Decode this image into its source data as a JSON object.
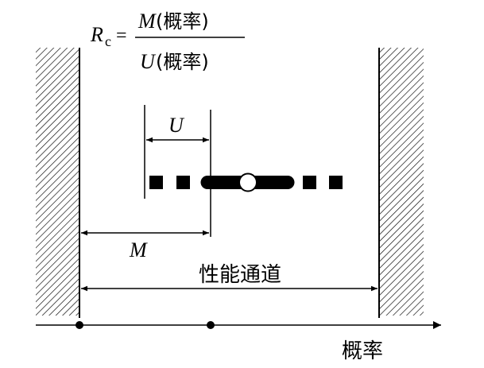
{
  "formula": {
    "lhs_symbol": "R",
    "lhs_subscript": "c",
    "equals": "=",
    "numerator_symbol": "M",
    "numerator_paren": "(概率)",
    "denominator_symbol": "U",
    "denominator_paren": "(概率)"
  },
  "labels": {
    "u": "U",
    "m": "M",
    "channel": "性能通道",
    "axis": "概率"
  },
  "colors": {
    "ink": "#000000",
    "background": "#ffffff"
  }
}
